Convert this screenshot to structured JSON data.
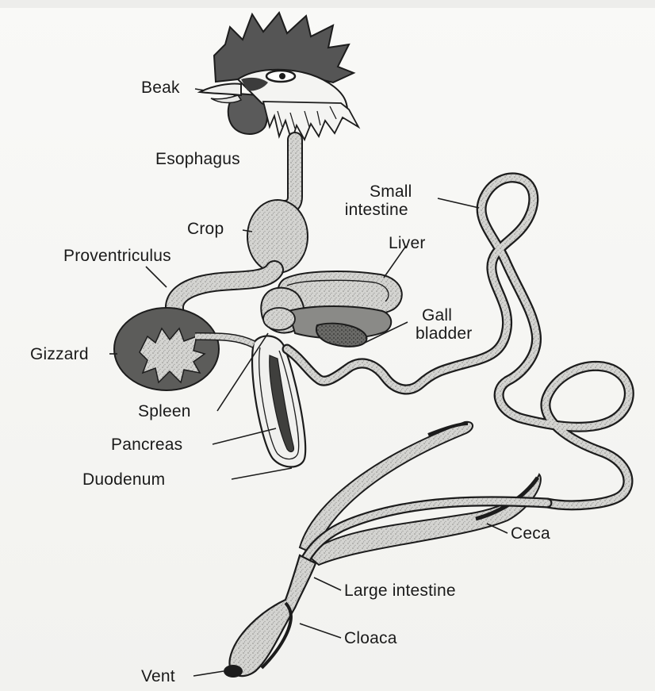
{
  "labels": {
    "beak": "Beak",
    "esophagus": "Esophagus",
    "small_intestine_1": "Small",
    "small_intestine_2": "intestine",
    "crop": "Crop",
    "liver": "Liver",
    "proventriculus": "Proventriculus",
    "gall_bladder_1": "Gall",
    "gall_bladder_2": "bladder",
    "gizzard": "Gizzard",
    "spleen": "Spleen",
    "pancreas": "Pancreas",
    "duodenum": "Duodenum",
    "ceca": "Ceca",
    "large_intestine": "Large intestine",
    "cloaca": "Cloaca",
    "vent": "Vent"
  },
  "colors": {
    "outline": "#1c1c1c",
    "tube_fill": "#c9c9c6",
    "dark_fill": "#4a4a4a",
    "light_fill": "#dcdcd9",
    "background": "#f6f6f4"
  }
}
